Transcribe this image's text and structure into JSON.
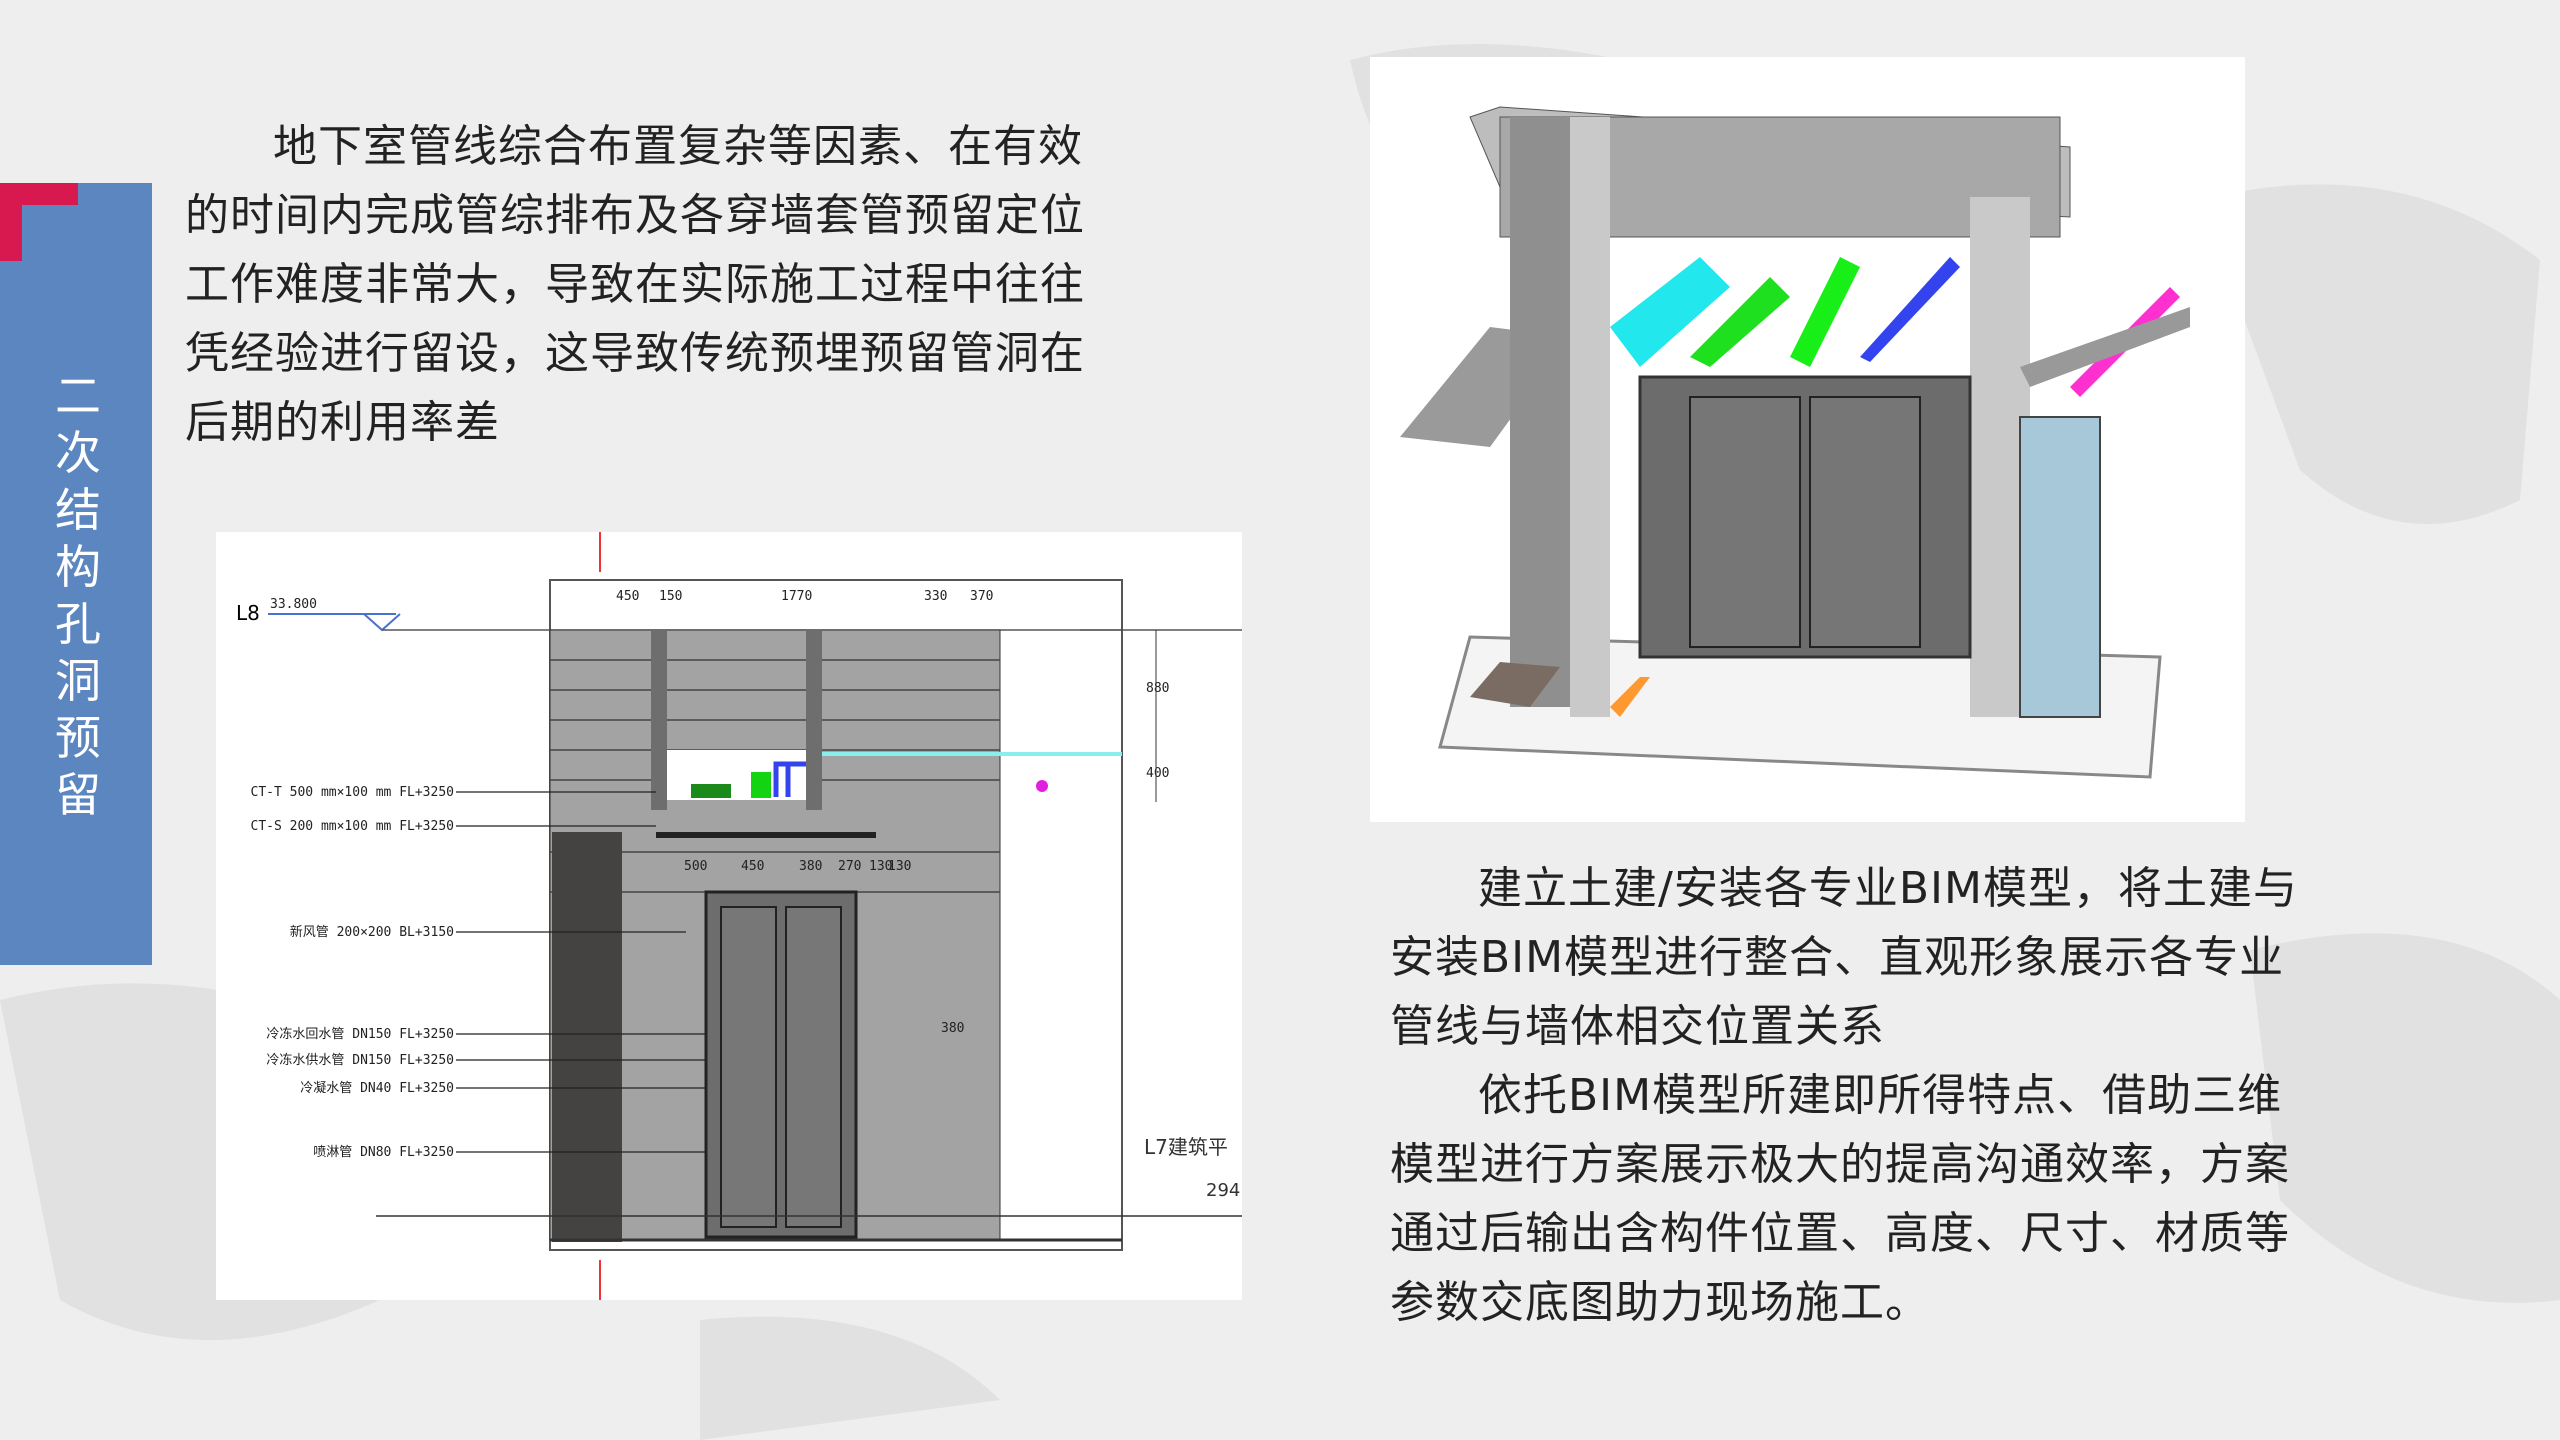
{
  "side_tab": {
    "title": "二次结构孔洞预留",
    "color": "#5b86c0",
    "accent": "#d8194f"
  },
  "paragraph_top": "地下室管线综合布置复杂等因素、在有效的时间内完成管综排布及各穿墙套管预留定位工作难度非常大，导致在实际施工过程中往往凭经验进行留设，这导致传统预埋预留管洞在后期的利用率差",
  "paragraph_right": [
    "建立土建/安装各专业BIM模型，将土建与安装BIM模型进行整合、直观形象展示各专业管线与墙体相交位置关系",
    "依托BIM模型所建即所得特点、借助三维模型进行方案展示极大的提高沟通效率，方案通过后输出含构件位置、高度、尺寸、材质等参数交底图助力现场施工。"
  ],
  "drawing": {
    "level_name": "L8",
    "level_value": "33.800",
    "dims_top": [
      "450",
      "150",
      "1770",
      "330",
      "370"
    ],
    "dims_side": [
      "880",
      "400"
    ],
    "dims_inner": [
      "500",
      "450",
      "380",
      "270",
      "130",
      "130"
    ],
    "dim_door": "380",
    "labels": [
      "CT-T 500 mm×100 mm FL+3250",
      "CT-S 200 mm×100 mm FL+3250",
      "新风管 200×200 BL+3150",
      "冷冻水回水管 DN150 FL+3250",
      "冷冻水供水管 DN150 FL+3250",
      "冷凝水管 DN40 FL+3250",
      "喷淋管 DN80 FL+3250"
    ],
    "level_bottom": "L7建筑平",
    "level_bottom_value": "294"
  }
}
